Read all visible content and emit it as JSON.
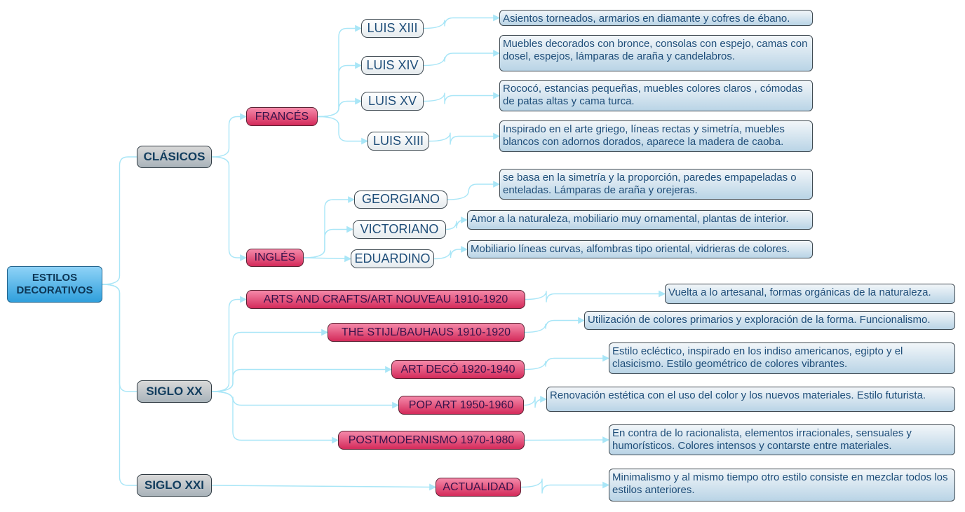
{
  "root": {
    "label": "ESTILOS DECORATIVOS"
  },
  "categories": {
    "clasicos": "CLÁSICOS",
    "siglo_xx": "SIGLO XX",
    "siglo_xxi": "SIGLO XXI"
  },
  "frances": {
    "label": "FRANCÉS",
    "items": [
      {
        "label": "LUIS XIII",
        "desc": "Asientos torneados, armarios en diamante y cofres de ébano."
      },
      {
        "label": "LUIS XIV",
        "desc": "Muebles decorados con bronce, consolas con espejo, camas con dosel, espejos, lámparas de araña y candelabros."
      },
      {
        "label": "LUIS XV",
        "desc": "Rococó, estancias pequeñas, muebles colores claros , cómodas de patas altas y cama turca."
      },
      {
        "label": "LUIS XIII",
        "desc": "Inspirado en el arte griego, líneas rectas y simetría, muebles blancos con adornos dorados, aparece la madera de caoba."
      }
    ]
  },
  "ingles": {
    "label": "INGLÉS",
    "items": [
      {
        "label": "GEORGIANO",
        "desc": "se basa en la simetría y la proporción, paredes empapeladas o enteladas. Lámparas de araña y orejeras."
      },
      {
        "label": "VICTORIANO",
        "desc": "Amor a la naturaleza, mobiliario muy ornamental, plantas de interior."
      },
      {
        "label": "EDUARDINO",
        "desc": "Mobiliario líneas curvas, alfombras tipo oriental, vidrieras de colores."
      }
    ]
  },
  "siglo_xx_items": [
    {
      "label": "ARTS AND CRAFTS/ART NOUVEAU 1910-1920",
      "desc": "Vuelta a lo artesanal, formas orgánicas de la naturaleza."
    },
    {
      "label": "THE STIJL/BAUHAUS 1910-1920",
      "desc": "Utilización de colores primarios y exploración de la forma. Funcionalismo."
    },
    {
      "label": "ART DECÓ 1920-1940",
      "desc": "Estilo ecléctico, inspirado en los indiso americanos, egipto y el clasicismo. Estilo geométrico de colores vibrantes."
    },
    {
      "label": "POP ART 1950-1960",
      "desc": "Renovación estética con el uso del color y los nuevos materiales. Estilo futurista."
    },
    {
      "label": "POSTMODERNISMO 1970-1980",
      "desc": "En contra de lo racionalista, elementos irracionales, sensuales y humorísticos. Colores intensos y contarste entre materiales."
    }
  ],
  "siglo_xxi_items": [
    {
      "label": "ACTUALIDAD",
      "desc": "Minimalismo y al mismo tiempo otro estilo consiste en mezclar todos los estilos anteriores."
    }
  ],
  "colors": {
    "connector": "#a9e6f7",
    "pink_node": "#e0406e",
    "grey_node": "#c6ccd0",
    "root_node": "#3aa8e0",
    "text": "#1f4e79"
  }
}
